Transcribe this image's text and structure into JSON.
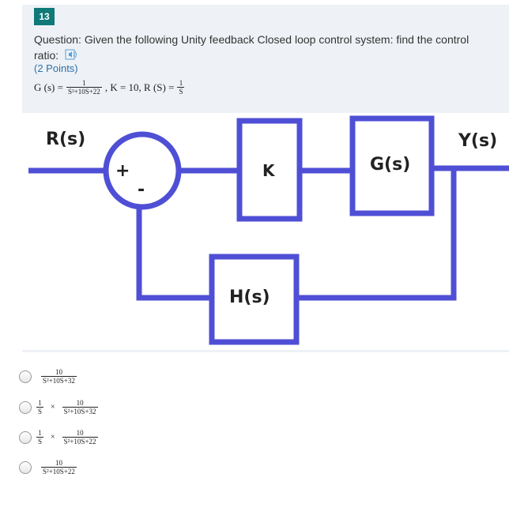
{
  "question": {
    "number": "13",
    "text": "Question: Given the following Unity feedback Closed loop control system: find the control ratio:",
    "points": "(2 Points)",
    "speaker_icon": "speaker-icon"
  },
  "formula": {
    "g_lhs": "G (s) =",
    "g_num": "1",
    "g_den": "S²+10S+22",
    "k_part": ", K = 10, R (S) =",
    "r_num": "1",
    "r_den": "S"
  },
  "diagram": {
    "r_label": "R(s)",
    "y_label": "Y(s)",
    "k_label": "K",
    "g_label": "G(s)",
    "h_label": "H(s)",
    "plus": "+",
    "minus": "-",
    "color": "#4f4fd6"
  },
  "options": [
    {
      "pre_num": "",
      "pre_den": "",
      "num": "10",
      "den": "S²+10S+32"
    },
    {
      "pre_num": "1",
      "pre_den": "S",
      "num": "10",
      "den": "S²+10S+32"
    },
    {
      "pre_num": "1",
      "pre_den": "S",
      "num": "10",
      "den": "S²+10S+22"
    },
    {
      "pre_num": "",
      "pre_den": "",
      "num": "10",
      "den": "S²+10S+22"
    }
  ],
  "times_symbol": "×"
}
